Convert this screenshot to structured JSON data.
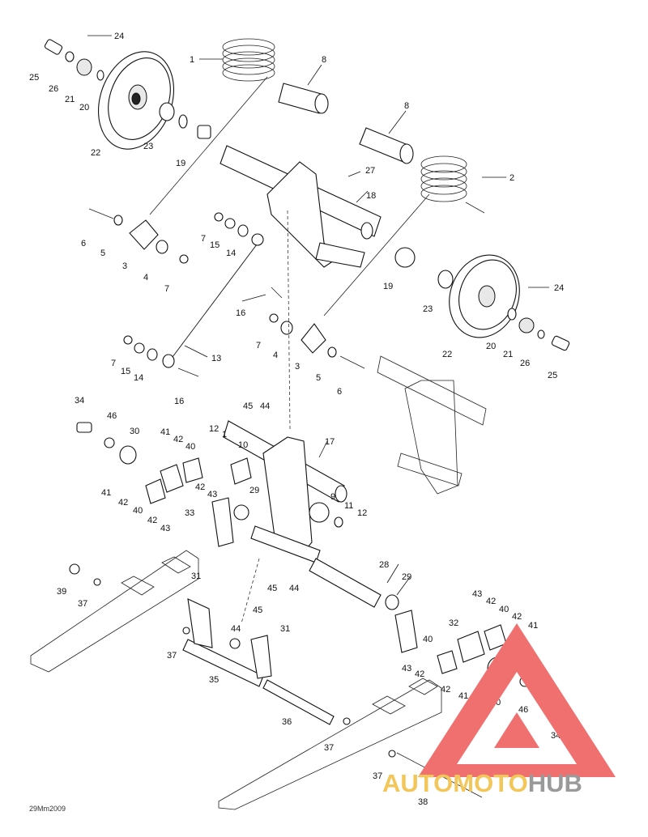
{
  "diagram": {
    "figure_code": "29Mm2009",
    "callouts": [
      "1",
      "2",
      "3",
      "4",
      "5",
      "6",
      "7",
      "8",
      "9",
      "10",
      "11",
      "12",
      "13",
      "14",
      "15",
      "16",
      "17",
      "18",
      "19",
      "20",
      "21",
      "22",
      "23",
      "24",
      "25",
      "26",
      "27",
      "28",
      "29",
      "30",
      "31",
      "32",
      "33",
      "34",
      "35",
      "36",
      "37",
      "38",
      "39",
      "40",
      "41",
      "42",
      "43",
      "44",
      "45",
      "46"
    ]
  },
  "watermark": {
    "part1": "AUTO",
    "part2": "MOTO",
    "part3": "HUB",
    "gold_color": "#f3c65a",
    "gray_color": "#9a9a9a",
    "red_color": "#f07070"
  }
}
